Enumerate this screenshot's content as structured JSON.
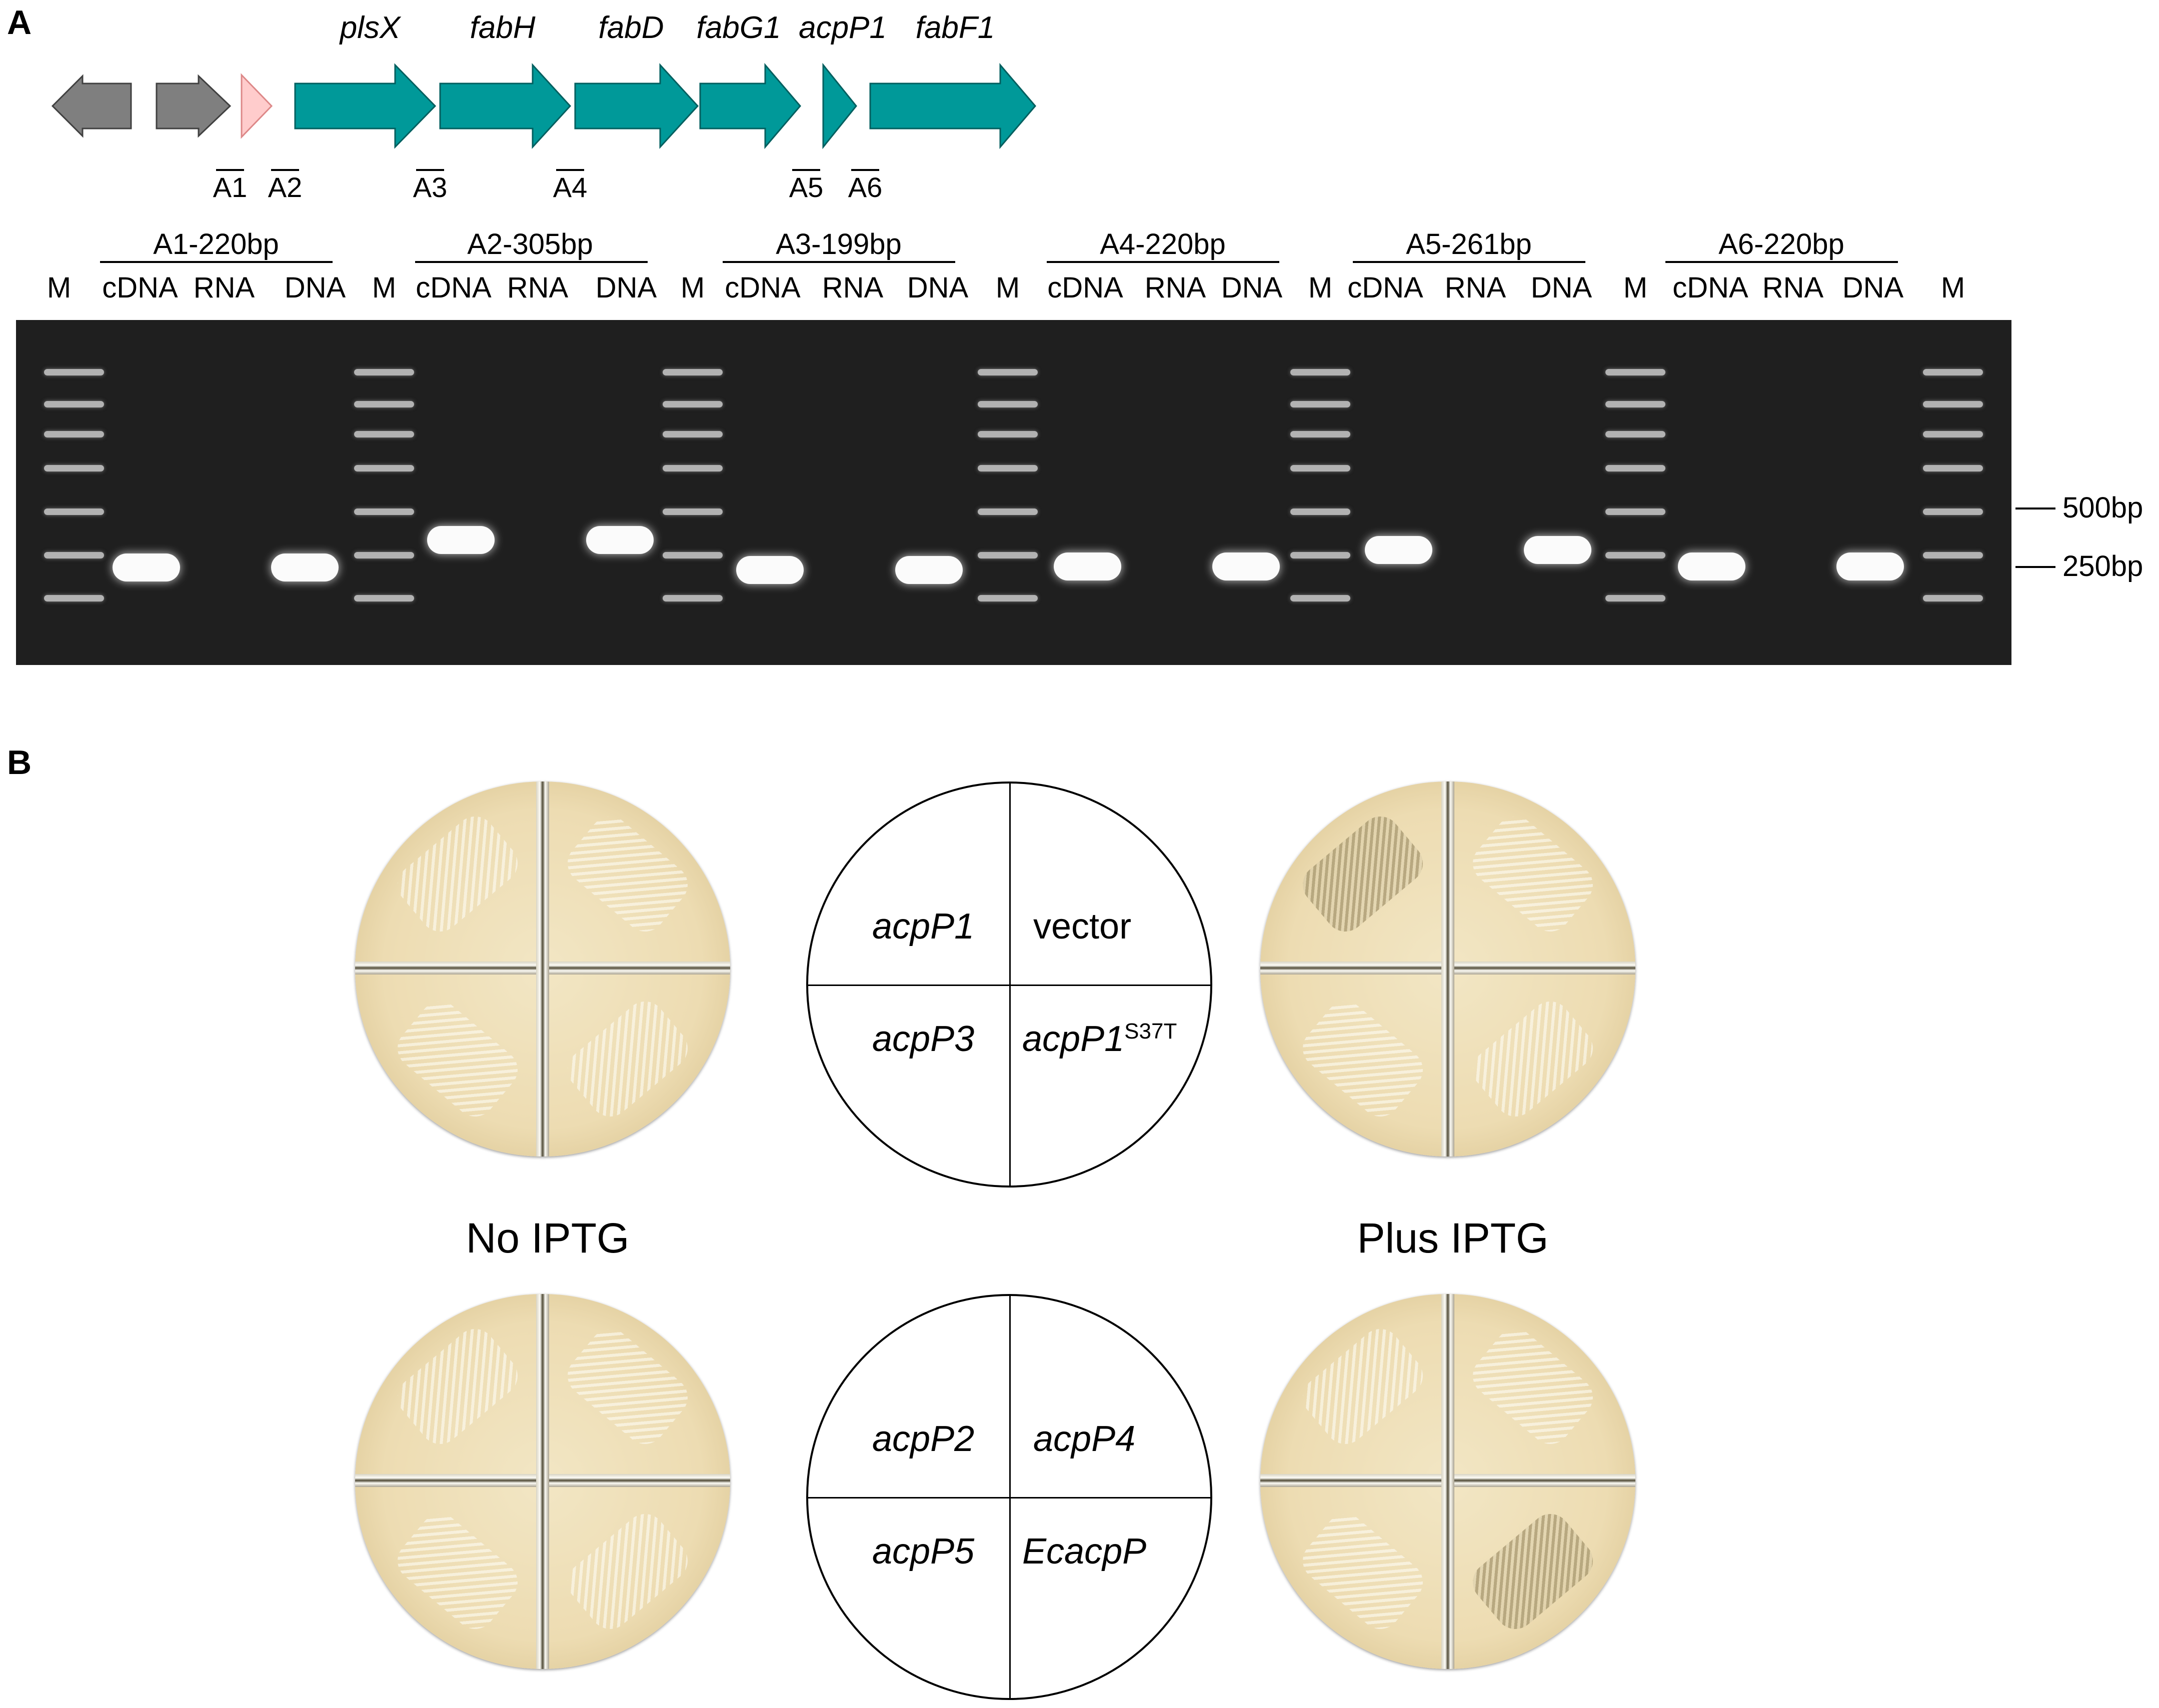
{
  "panels": {
    "a": "A",
    "b": "B"
  },
  "gene_labels": [
    "plsX",
    "fabH",
    "fabD",
    "fabG1",
    "acpP1",
    "fabF1"
  ],
  "primers": [
    "A1",
    "A2",
    "A3",
    "A4",
    "A5",
    "A6"
  ],
  "gel_groups": [
    "A1-220bp",
    "A2-305bp",
    "A3-199bp",
    "A4-220bp",
    "A5-261bp",
    "A6-220bp"
  ],
  "lanes": [
    "M",
    "cDNA",
    "RNA",
    "DNA",
    "M",
    "cDNA",
    "RNA",
    "DNA",
    "M",
    "cDNA",
    "RNA",
    "DNA",
    "M",
    "cDNA",
    "RNA",
    "DNA",
    "M",
    "cDNA",
    "RNA",
    "DNA",
    "M",
    "cDNA",
    "RNA",
    "DNA",
    "M"
  ],
  "size_markers": [
    "500bp",
    "250bp"
  ],
  "schematic_top": {
    "tl": "acpP1",
    "tr": "vector",
    "bl": "acpP3",
    "br_main": "acpP1",
    "br_sup": "S37T"
  },
  "schematic_bottom": {
    "tl": "acpP2",
    "tr": "acpP4",
    "bl": "acpP5",
    "br": "EcacpP"
  },
  "conditions": {
    "left": "No IPTG",
    "right": "Plus IPTG"
  },
  "colors": {
    "gene_teal": "#009999",
    "gene_grey": "#7f7f7f",
    "gene_pink": "#ffcccc",
    "gel_bg": "#1f1f1f"
  }
}
